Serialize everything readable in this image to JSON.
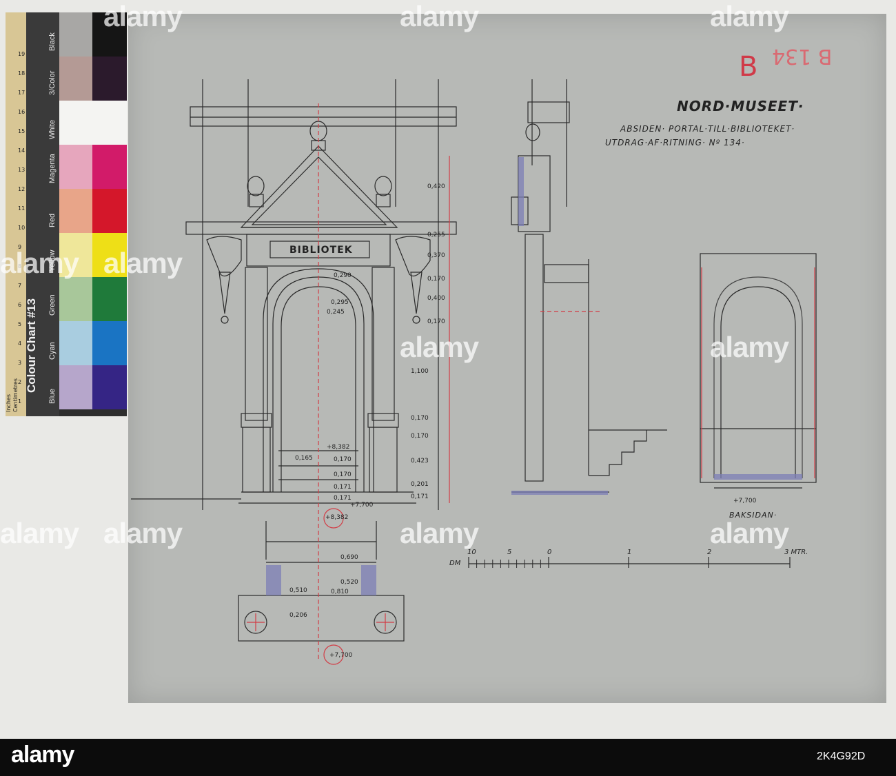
{
  "colour_chart": {
    "title": "Colour Chart #13",
    "ruler": {
      "unit_cm": "Centimetres",
      "unit_in": "Inches",
      "cm_marks": [
        "1",
        "2",
        "3",
        "4",
        "5",
        "6",
        "7",
        "8",
        "9",
        "10",
        "11",
        "12",
        "13",
        "14",
        "15",
        "16",
        "17",
        "18",
        "19"
      ]
    },
    "swatches": [
      {
        "name": "Black",
        "light": "#a8a7a5",
        "dark": "#151515"
      },
      {
        "name": "3/Color",
        "light": "#b49a95",
        "dark": "#2b1a2c"
      },
      {
        "name": "White",
        "light": "#f4f4f2",
        "dark": "#f4f4f2"
      },
      {
        "name": "Magenta",
        "light": "#e6a6bd",
        "dark": "#d21b69"
      },
      {
        "name": "Red",
        "light": "#e8a589",
        "dark": "#d4172a"
      },
      {
        "name": "Yellow",
        "light": "#efe79a",
        "dark": "#eedf17"
      },
      {
        "name": "Green",
        "light": "#a8c79a",
        "dark": "#1f7a3a"
      },
      {
        "name": "Cyan",
        "light": "#a9cde0",
        "dark": "#1a74c3"
      },
      {
        "name": "Blue",
        "light": "#b6a6cb",
        "dark": "#352585"
      }
    ]
  },
  "drawing": {
    "title": "NORD·MUSEET·",
    "subtitle_1": "ABSIDEN· PORTAL·TILL·BIBLIOTEKET·",
    "subtitle_2": "UTDRAG·AF·RITNING· Nº 134·",
    "catalog_mark": "B",
    "catalog_ref": "B 134",
    "portal_sign": "BIBLIOTEK",
    "back_view_label": "BAKSIDAN·",
    "back_level": "+7,700",
    "scale": {
      "prefix": "DM",
      "labels": [
        "10",
        "5",
        "0",
        "1",
        "2",
        "3 MTR."
      ]
    },
    "elevation_dims": [
      "0,420",
      "0,255",
      "0,370",
      "0,170",
      "0,400",
      "0,170",
      "1,100",
      "0,170",
      "0,170",
      "0,423",
      "0,201",
      "0,171"
    ],
    "door_dims": [
      "0,290",
      "0,295",
      "0,245"
    ],
    "step_dims": [
      "+8,382",
      "0,165",
      "0,170",
      "0,170",
      "0,171",
      "0,171",
      "+7,700"
    ],
    "plan_dims": [
      "+8,382",
      "0,690",
      "0,520",
      "0,810",
      "0,510",
      "0,206",
      "+7,700"
    ]
  },
  "watermark": {
    "text": "alamy",
    "image_id": "2K4G92D"
  },
  "colors": {
    "paper": "#b7b9b6",
    "ink": "#2a2a2a",
    "red_line": "#d23c45",
    "blue_wash": "#7c7fb5"
  }
}
